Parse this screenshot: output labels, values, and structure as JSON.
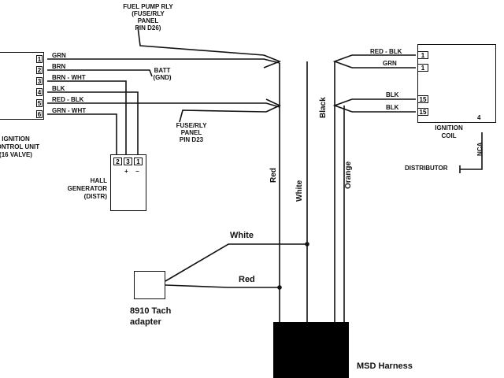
{
  "colors": {
    "ink": "#111111",
    "background": "#ffffff",
    "harness": "#000000"
  },
  "fuel_pump_relay": {
    "line1": "FUEL PUMP RLY",
    "line2": "(FUSE/RLY",
    "line3": "PANEL",
    "line4": "PIN D26)"
  },
  "fuse_relay_d23": {
    "line1": "FUSE/RLY",
    "line2": "PANEL",
    "line3": "PIN D23"
  },
  "batt_gnd": {
    "line1": "BATT",
    "line2": "(GND)"
  },
  "control_unit": {
    "line1": "IGNITION",
    "line2": "CONTROL UNIT",
    "line3": "(16 VALVE)",
    "pins": [
      "1",
      "2",
      "3",
      "4",
      "5",
      "6"
    ]
  },
  "wires": {
    "w1": "GRN",
    "w2": "BRN",
    "w3": "BRN - WHT",
    "w4": "BLK",
    "w5": "RED - BLK",
    "w6": "GRN - WHT"
  },
  "hall_generator": {
    "pins": [
      "2",
      "3",
      "1"
    ],
    "plus": "+",
    "minus": "−",
    "line1": "HALL",
    "line2": "GENERATOR",
    "line3": "(DISTR)"
  },
  "ignition_coil": {
    "wire_top1": "RED - BLK",
    "wire_top2": "GRN",
    "wire_bot1": "BLK",
    "wire_bot2": "BLK",
    "pins": [
      "1",
      "1",
      "15",
      "15"
    ],
    "pin4": "4",
    "line1": "IGNITION",
    "line2": "COIL"
  },
  "distributor": {
    "label": "DISTRIBUTOR",
    "nca": "NCA"
  },
  "harness_wires": {
    "red": "Red",
    "white": "White",
    "black": "Black",
    "orange": "Orange"
  },
  "tach_wires": {
    "white": "White",
    "red": "Red"
  },
  "tach_adapter": {
    "line1": "8910 Tach",
    "line2": "adapter"
  },
  "msd": {
    "label": "MSD Harness"
  }
}
